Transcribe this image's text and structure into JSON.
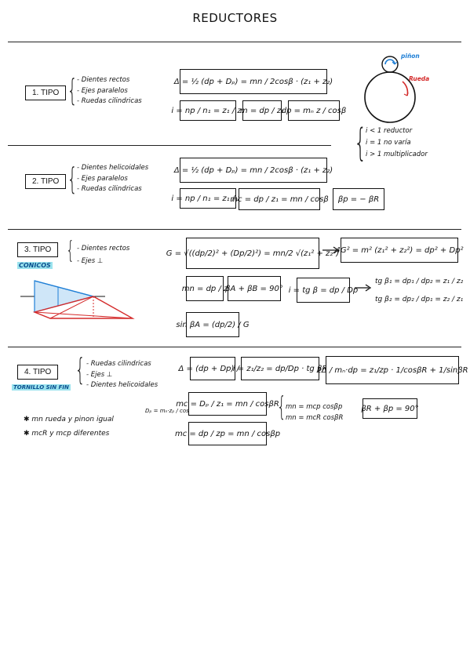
{
  "page": {
    "title": "REDUCTORES"
  },
  "section1": {
    "label": "1. TIPO",
    "items": [
      "- Dientes rectos",
      "- Ejes paralelos",
      "- Ruedas cilindricas"
    ],
    "f1": "Δ = ½ (dp + Dₚ) = mn / 2cosβ · (z₁ + z₂)",
    "f2": "i = np / n₁ = z₁ / z₂",
    "f3": "m = dp / z₁",
    "f4": "dp = mₙ z / cosβ",
    "gear_pinion": "piñon",
    "gear_wheel": "Rueda",
    "cond1": "i < 1   reductor",
    "cond2": "i = 1   no varía",
    "cond3": "i > 1   multiplicador"
  },
  "section2": {
    "label": "2. TIPO",
    "items": [
      "- Dientes helicoidales",
      "- Ejes paralelos",
      "- Ruedas cilindricas"
    ],
    "f1": "Δ = ½ (dp + Dₚ) = mn / 2cosβ · (z₁ + z₂)",
    "f2": "i = np / n₁ = z₁ / z₂",
    "f3": "mc = dp / z₁ = mn / cosβ",
    "f4": "βp = − βR"
  },
  "section3": {
    "label": "3. TIPO",
    "sub": "CONICOS",
    "items": [
      "- Dientes rectos",
      "- Ejes ⊥"
    ],
    "f1": "G = √((dp/2)² + (Dp/2)²) = mn/2 √(z₁² + z₂²)",
    "f2": "4G² = m² (z₁² + z₂²) = dp² + Dp²",
    "f3": "mn = dp / z",
    "f4": "βA + βB = 90°",
    "f5": "i = tg β = dp / Dp",
    "f6": "tg β₁ = dp₁ / dp₂ = z₁ / z₂",
    "f7": "tg β₂ = dp₂ / dp₁ = z₂ / z₁",
    "f8": "sin βA = (dp/2) / G"
  },
  "section4": {
    "label": "4. TIPO",
    "sub": "TORNILLO SIN FIN",
    "items": [
      "- Ruedas cilindricas",
      "- Ejes ⊥",
      "- Dientes helicoidales"
    ],
    "f1": "Δ = (dp + Dp) / 2",
    "f2": "i = z₁/z₂ = dp/Dp · tg βR",
    "f3": "2Δ / mₙ·dp = z₁/zp · 1/cosβR + 1/sinβR",
    "f4a": "Dₚ = mₙ·zₚ / cosβR",
    "f4": "mc = Dₚ / z₁ = mn / cosβR",
    "f5": "mc = dp / zp = mn / cosβp",
    "f6": "mn = mcp cosβp",
    "f7": "mn = mcR cosβR",
    "f8": "βR + βp = 90°",
    "note1": "✱  mn rueda y pinon igual",
    "note2": "✱  mcR y mcp diferentes"
  },
  "colors": {
    "accent_blue": "#1f7fd6",
    "accent_red": "#d42a2a",
    "highlight": "#9be3ee"
  }
}
